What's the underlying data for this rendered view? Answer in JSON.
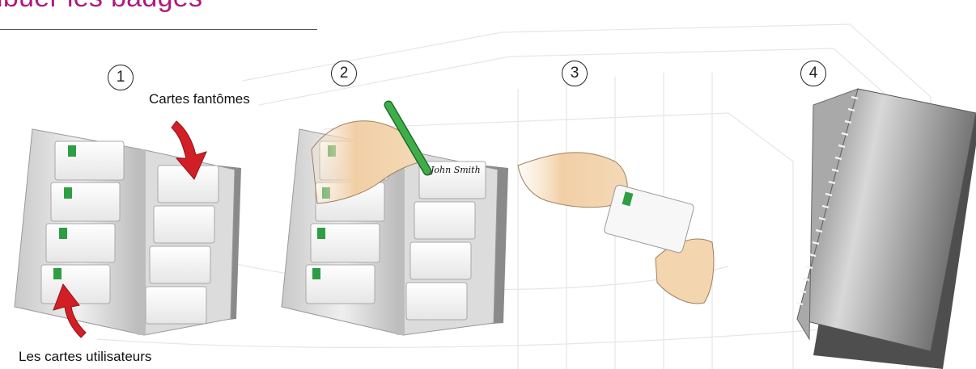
{
  "title": "ibuer les badges",
  "steps": [
    {
      "number": "1"
    },
    {
      "number": "2"
    },
    {
      "number": "3"
    },
    {
      "number": "4"
    }
  ],
  "labels": {
    "ghost_cards": "Cartes fantômes",
    "user_cards": "Les cartes utilisateurs",
    "signature": "John Smith"
  },
  "colors": {
    "title": "#b0197e",
    "arrow": "#d21f26",
    "pen": "#3fae49",
    "card_tab": "#2e9e45",
    "hand": "#f3d5b0",
    "binder_cover": "#8e8e8e"
  }
}
